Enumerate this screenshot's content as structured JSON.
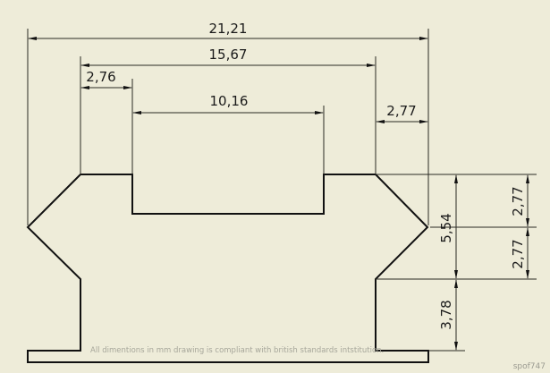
{
  "drawing": {
    "units": "mm",
    "background_color": "#eeecd9",
    "line_color": "#111111",
    "dimensions": {
      "overall_width": "21,21",
      "top_width": "15,67",
      "left_shoulder": "2,76",
      "slot_width": "10,16",
      "right_shoulder": "2,77",
      "upper_chamfer_height": "2,77",
      "lower_chamfer_height": "2,77",
      "chamfer_total_height": "5,54",
      "leg_height": "3,78"
    },
    "note": "All dimentions in mm drawing is compliant with british standards intstitution.",
    "signature": "spof747"
  }
}
